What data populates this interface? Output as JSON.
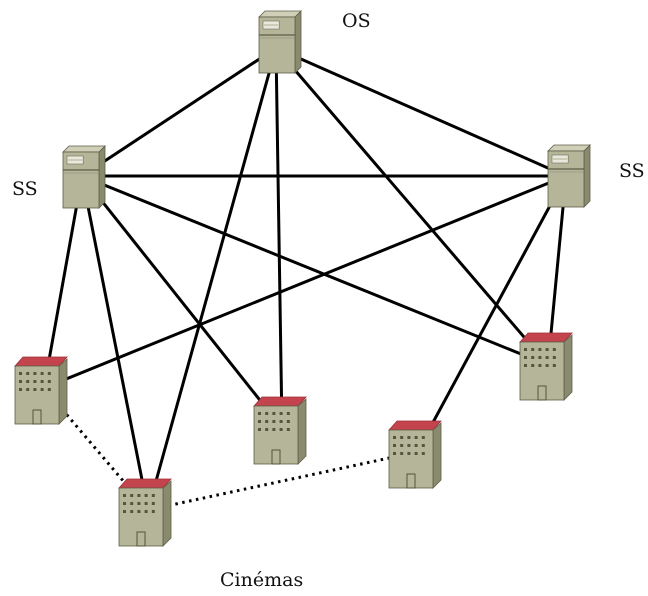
{
  "labels": {
    "os": "OS",
    "ss_left": "SS",
    "ss_right": "SS",
    "cinemas": "Cinémas"
  },
  "nodes": [
    {
      "id": "os",
      "kind": "server"
    },
    {
      "id": "ss_left",
      "kind": "server"
    },
    {
      "id": "ss_right",
      "kind": "server"
    },
    {
      "id": "cinema_1",
      "kind": "building"
    },
    {
      "id": "cinema_2",
      "kind": "building"
    },
    {
      "id": "cinema_3",
      "kind": "building"
    },
    {
      "id": "cinema_4",
      "kind": "building"
    },
    {
      "id": "cinema_5",
      "kind": "building"
    }
  ],
  "links": [
    {
      "from": "os",
      "to": "ss_left",
      "style": "solid"
    },
    {
      "from": "os",
      "to": "ss_right",
      "style": "solid"
    },
    {
      "from": "ss_left",
      "to": "ss_right",
      "style": "solid"
    },
    {
      "from": "os",
      "to": "cinema_2",
      "style": "solid"
    },
    {
      "from": "os",
      "to": "cinema_3",
      "style": "solid"
    },
    {
      "from": "os",
      "to": "cinema_5",
      "style": "solid"
    },
    {
      "from": "ss_left",
      "to": "cinema_1",
      "style": "solid"
    },
    {
      "from": "ss_left",
      "to": "cinema_2",
      "style": "solid"
    },
    {
      "from": "ss_left",
      "to": "cinema_3",
      "style": "solid"
    },
    {
      "from": "ss_left",
      "to": "cinema_5",
      "style": "solid"
    },
    {
      "from": "ss_right",
      "to": "cinema_1",
      "style": "solid"
    },
    {
      "from": "ss_right",
      "to": "cinema_4",
      "style": "solid"
    },
    {
      "from": "ss_right",
      "to": "cinema_5",
      "style": "solid"
    },
    {
      "from": "cinema_1",
      "to": "cinema_2",
      "style": "dotted"
    },
    {
      "from": "cinema_2",
      "to": "cinema_4",
      "style": "dotted"
    }
  ],
  "colors": {
    "server_body": "#b5b59a",
    "server_side": "#8a8a6e",
    "server_top": "#d0d0b8",
    "building_wall": "#b5b59a",
    "building_side": "#8a8a6e",
    "roof": "#c4444e",
    "roof_dark": "#9e2f38",
    "line": "#000000"
  }
}
